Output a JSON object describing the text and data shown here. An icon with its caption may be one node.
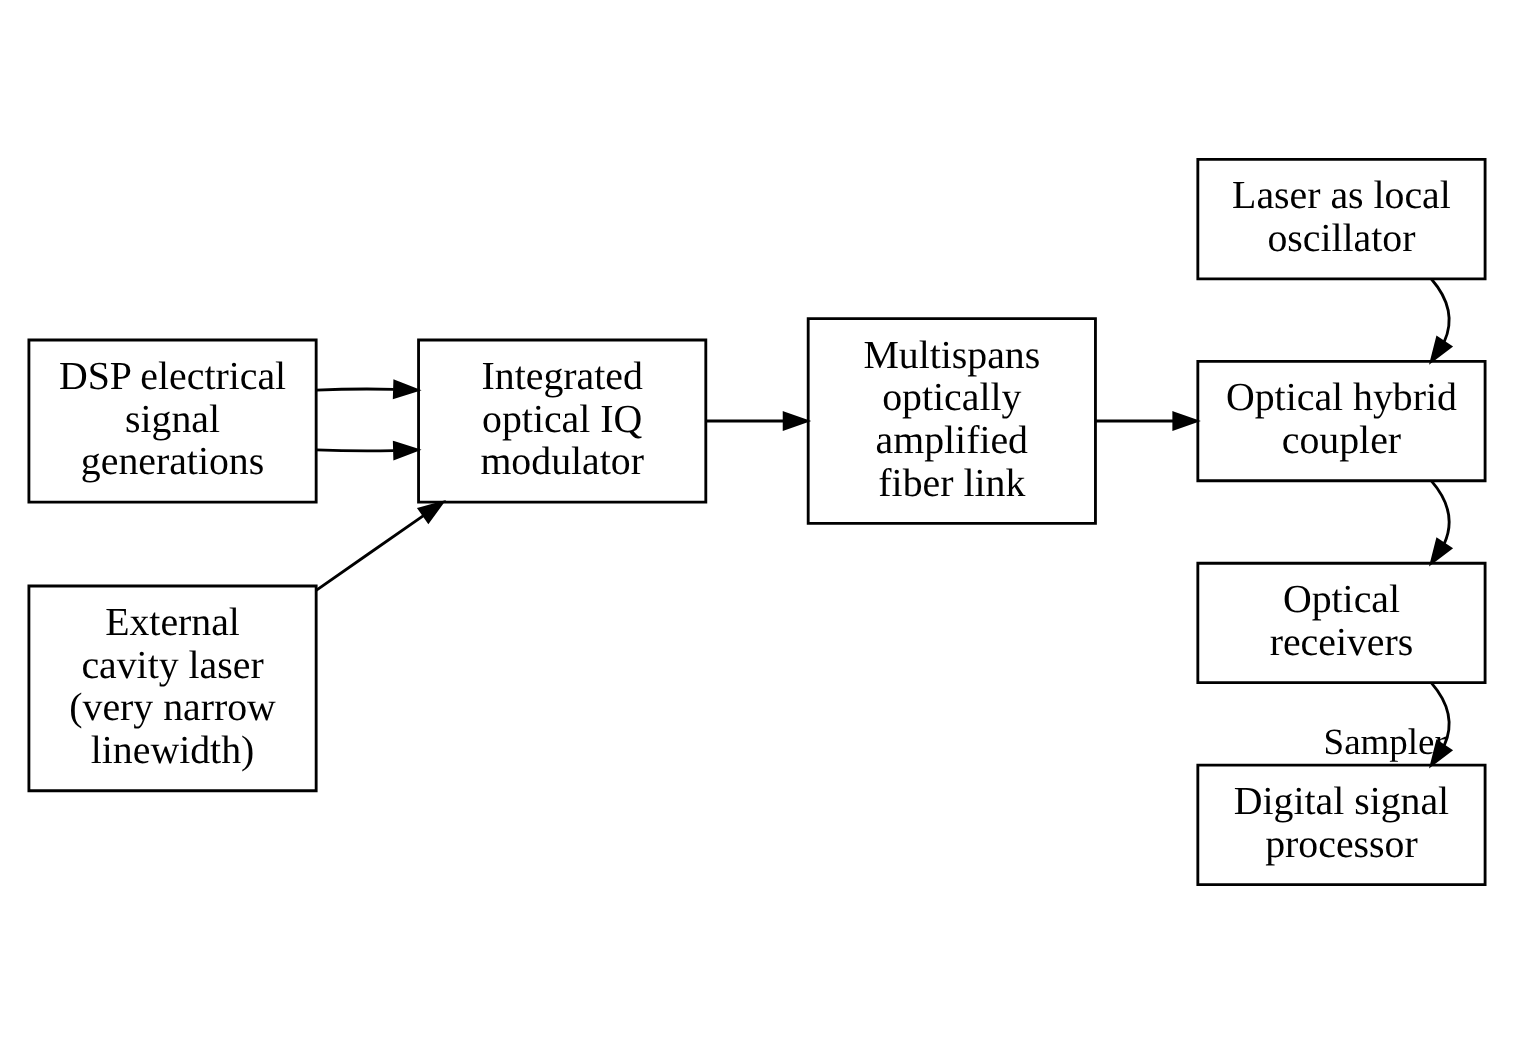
{
  "diagram": {
    "nodes": [
      {
        "text": [
          "DSP electrical signal generations"
        ]
      },
      {
        "text": [
          "External cavity laser (very narrow linewidth)"
        ]
      },
      {
        "text": [
          "Integrated optical IQ modulator"
        ]
      },
      {
        "text": [
          "Multispans optically amplified fiber link"
        ]
      },
      {
        "text": [
          "Laser as local oscillator"
        ]
      },
      {
        "text": [
          "Optical hybrid coupler"
        ]
      },
      {
        "text": [
          "Optical receivers"
        ]
      },
      {
        "text": [
          "Digital signal processor"
        ]
      }
    ],
    "edges": [
      {
        "from": 0,
        "to": 2,
        "arrow": "to"
      },
      {
        "from": 0,
        "to": 2,
        "arrow": "to"
      },
      {
        "from": 1,
        "to": 2,
        "arrow": "to"
      },
      {
        "from": 2,
        "to": 3,
        "arrow": "to"
      },
      {
        "from": 3,
        "to": 5,
        "arrow": "to"
      },
      {
        "from": 4,
        "to": 5,
        "arrow": "to"
      },
      {
        "from": 5,
        "to": 6,
        "arrow": "to"
      },
      {
        "from": 6,
        "to": 7,
        "arrow": "to",
        "label": "Sampler"
      }
    ]
  }
}
